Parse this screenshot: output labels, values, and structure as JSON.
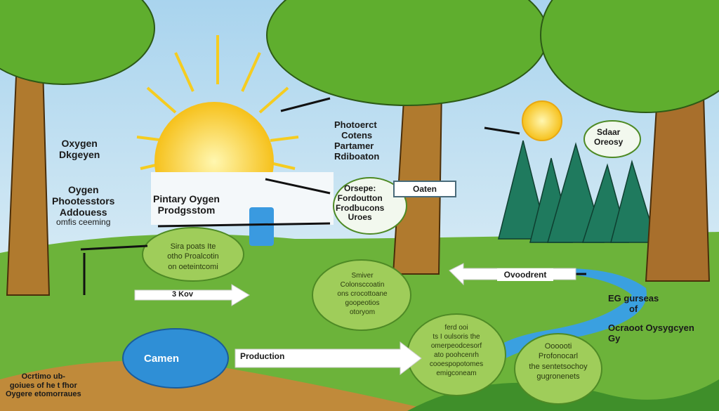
{
  "labels": {
    "oxygen_diagram": [
      "Oxygen",
      "Dkgeyen"
    ],
    "oxygen_photosynthesis": [
      "Oygen",
      "Phootesstors",
      "Addouess",
      "omfis ceeming"
    ],
    "primary_oxygen": [
      "Pintary Oygen",
      "Prodgsstom"
    ],
    "photoerct": [
      "Photoerct",
      "Cotens",
      "Partamer",
      "Rdiboaton"
    ],
    "orsepe_cloud": [
      "Orsepe:",
      "Fordoutton",
      "Frodbucons",
      "Uroes"
    ],
    "oaten_box": "Oaten",
    "solar_energy": [
      "Sdaar",
      "Oreosy"
    ],
    "sira_cloud": [
      "Sira poats Ite",
      "otho Proalcotin",
      "on oeteintcomi"
    ],
    "arrow_3kov": "3 Kov",
    "smiver_cloud": [
      "Smiver",
      "Colonsccoatin",
      "ons crocottoane",
      "goopeotios",
      "otoryom"
    ],
    "ovoodrent": "Ovoodrent",
    "pond": "Camen",
    "production": "Production",
    "bottom_left": [
      "Ocrtimo ub-",
      "goiues of he t fhor",
      "Oygere etomorraues"
    ],
    "ferd_cloud": [
      "ferd ooi",
      "ts I oulsoris the",
      "omerpeodcesorf",
      "ato poohcenrh",
      "cooespopotomes",
      "emigconeam"
    ],
    "oooooti_cloud": [
      "Oooooti",
      "Profonocarl",
      "the sentetsochoy",
      "gugronenets"
    ],
    "right_text": [
      "EG gurseas",
      "of",
      "Ocraoot Oysygcyen",
      "Gy"
    ]
  },
  "colors": {
    "sky": "#cfe6f2",
    "grass": "#5aa12e",
    "soil": "#c08a3a",
    "trunk": "#b07a2e",
    "leaf": "#5fae2e",
    "pine": "#1f7a5e",
    "water": "#2f8fd6",
    "sun": "#f7c31a"
  }
}
